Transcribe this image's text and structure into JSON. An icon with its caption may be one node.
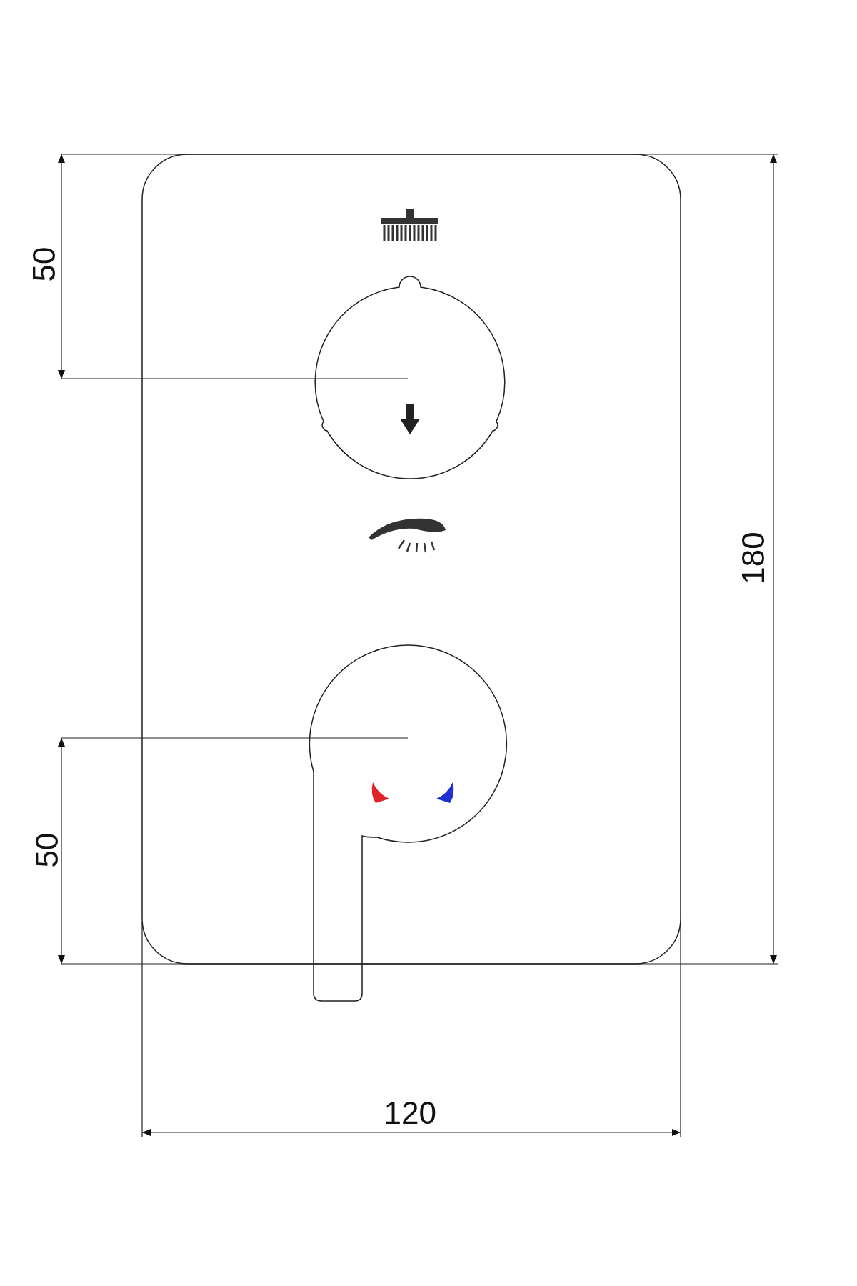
{
  "diagram": {
    "labels": [
      "50",
      "180",
      "50",
      "120"
    ]
  }
}
